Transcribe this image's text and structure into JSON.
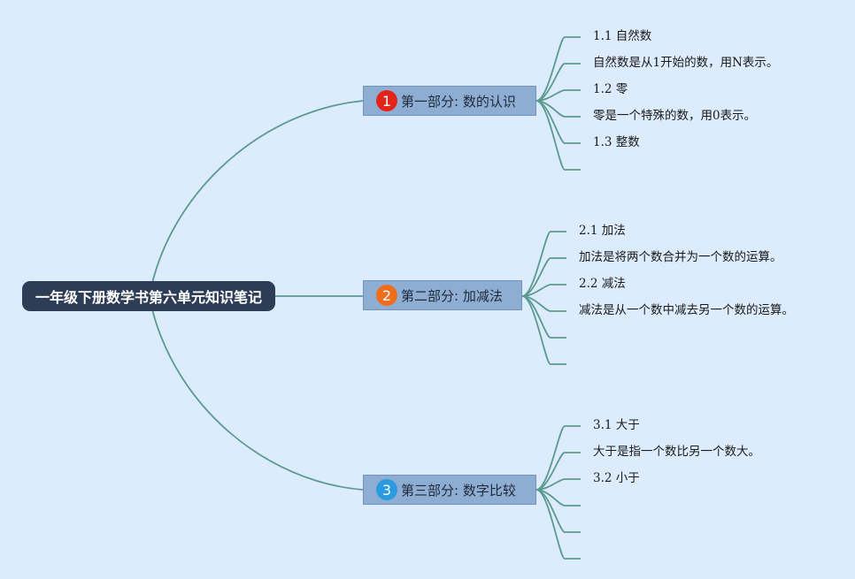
{
  "colors": {
    "background": "#ddecfc",
    "root_fill": "#2e3d56",
    "branch_fill": "#8eadd3",
    "connector": "#5b9a8f",
    "badge_1": "#e3241b",
    "badge_2": "#ee6e1e",
    "badge_3": "#2a9be0"
  },
  "root": {
    "label": "一年级下册数学书第六单元知识笔记"
  },
  "branches": [
    {
      "badge": "1",
      "label": "第一部分: 数的认识",
      "leaves": [
        "1.1 自然数",
        "自然数是从1开始的数，用N表示。",
        "1.2 零",
        "零是一个特殊的数，用0表示。",
        "1.3 整数",
        ""
      ]
    },
    {
      "badge": "2",
      "label": "第二部分: 加减法",
      "leaves": [
        "2.1 加法",
        "加法是将两个数合并为一个数的运算。",
        "2.2 减法",
        "减法是从一个数中减去另一个数的运算。",
        "",
        ""
      ]
    },
    {
      "badge": "3",
      "label": "第三部分: 数字比较",
      "leaves": [
        "3.1 大于",
        "大于是指一个数比另一个数大。",
        "3.2 小于",
        "",
        "",
        ""
      ]
    }
  ]
}
